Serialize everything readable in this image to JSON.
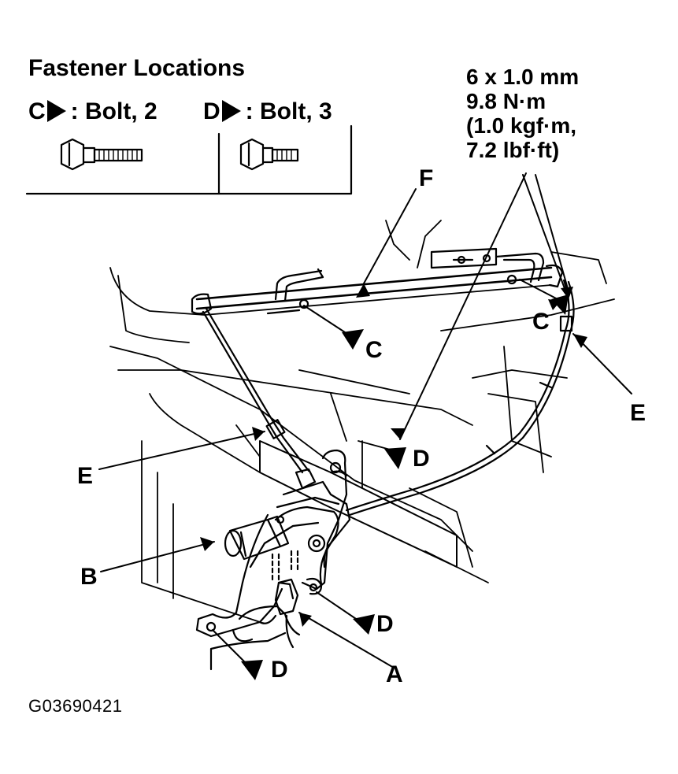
{
  "legend": {
    "title": "Fastener Locations",
    "c_letter": "C",
    "c_text": ": Bolt, 2",
    "d_letter": "D",
    "d_text": ": Bolt, 3"
  },
  "spec": {
    "size": "6 x 1.0 mm",
    "torque_nm": "9.8 N·m",
    "torque_kgf": "(1.0 kgf·m,",
    "torque_lbf": "7.2 lbf·ft)"
  },
  "labels": {
    "A": "A",
    "B": "B",
    "C": "C",
    "D": "D",
    "E": "E",
    "F": "F"
  },
  "figure_code": "G03690421"
}
